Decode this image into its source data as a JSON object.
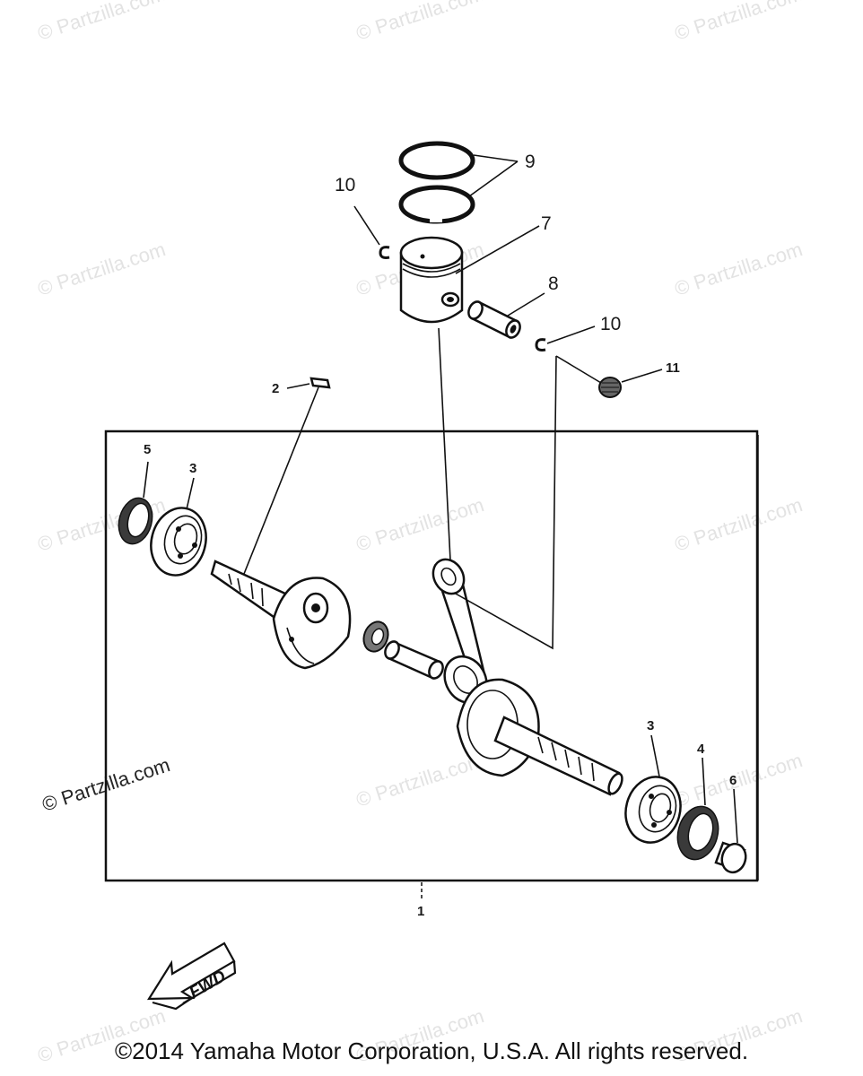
{
  "watermark": "© Partzilla.com",
  "copyright": "©2014 Yamaha Motor Corporation, U.S.A. All rights reserved.",
  "fwd_label": "FWD",
  "callouts": {
    "c1": "1",
    "c2": "2",
    "c3a": "3",
    "c3b": "3",
    "c4": "4",
    "c5": "5",
    "c6": "6",
    "c7": "7",
    "c8": "8",
    "c9": "9",
    "c10a": "10",
    "c10b": "10",
    "c11": "11"
  }
}
